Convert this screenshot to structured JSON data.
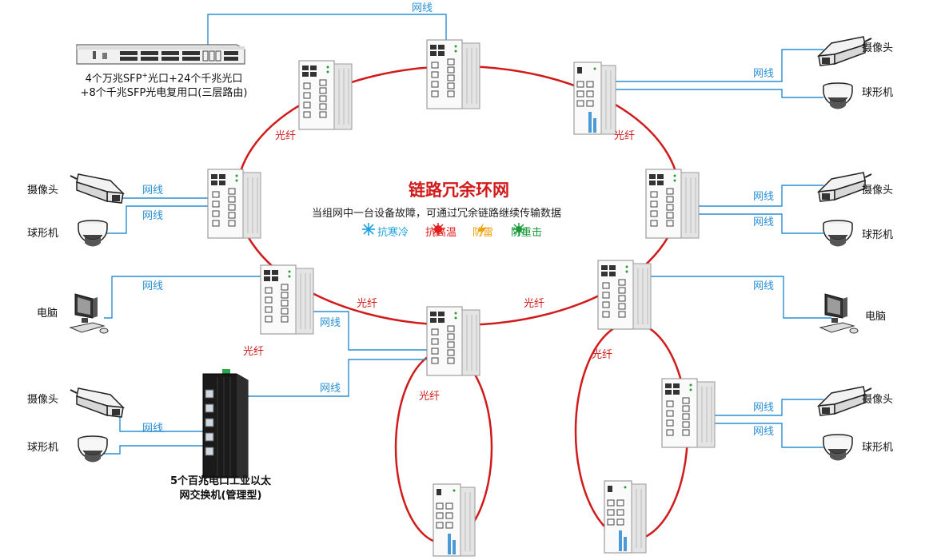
{
  "center": {
    "title": "链路冗余环网",
    "subtitle": "当组网中一台设备故障，可通过冗余链路继续传输数据",
    "features": [
      {
        "label": "抗寒冷",
        "color": "#1ea0e0",
        "icon": "snowflake-icon"
      },
      {
        "label": "抗高温",
        "color": "#e02020",
        "icon": "sun-icon"
      },
      {
        "label": "防雷",
        "color": "#f0a000",
        "icon": "lightning-icon"
      },
      {
        "label": "防重击",
        "color": "#1a9a3a",
        "icon": "impact-icon"
      }
    ]
  },
  "core_switch": {
    "caption_line1_a": "4个万兆SFP",
    "caption_sup": "+",
    "caption_line1_b": "光口+24个千兆光口",
    "caption_line2": "+8个千兆SFP光电复用口(三层路由)"
  },
  "managed_switch": {
    "caption_line1": "5个百兆电口工业以太",
    "caption_line2": "网交换机(管理型)"
  },
  "link_labels": {
    "network": "网线",
    "fiber": "光纤"
  },
  "devices": {
    "camera": "摄像头",
    "dome": "球形机",
    "pc": "电脑"
  },
  "colors": {
    "ring": "#d11a1a",
    "network_line": "#2a8fd4"
  }
}
